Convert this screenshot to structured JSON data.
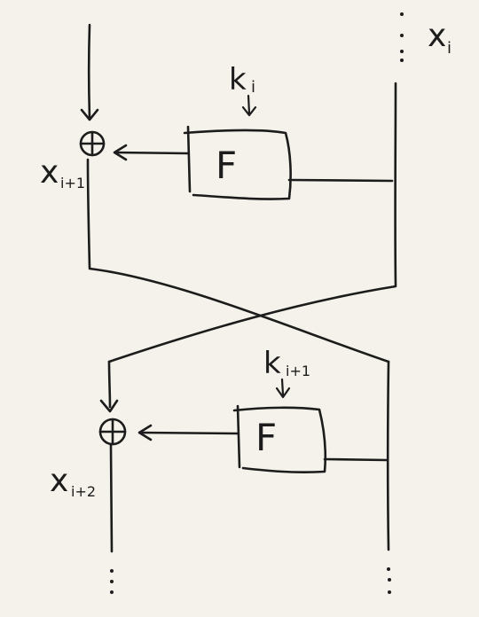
{
  "labels": {
    "x_i": "x",
    "x_i_sub": "i",
    "k_i": "k",
    "k_i_sub": "i",
    "x_i1": "x",
    "x_i1_sub": "i+1",
    "k_i1": "k",
    "k_i1_sub": "i+1",
    "x_i2": "x",
    "x_i2_sub": "i+2",
    "f_top": "F",
    "f_bottom": "F"
  }
}
